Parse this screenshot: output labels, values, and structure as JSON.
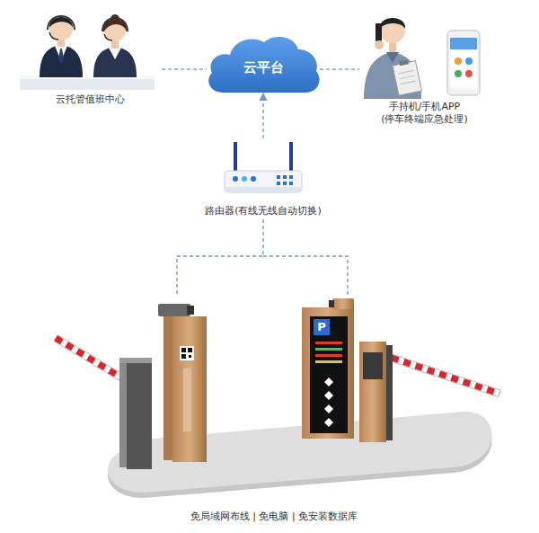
{
  "diagram": {
    "nodes": [
      {
        "text": [
          "云托管值班中心"
        ]
      },
      {
        "text": [
          "云平台"
        ]
      },
      {
        "text": [
          "手持机/手机APP",
          "(停车终端应急处理)"
        ]
      },
      {
        "text": [
          "路由器(有线无线自动切换)"
        ]
      },
      {
        "text": [
          "免局域网布线 | 免电脑 | 免安装数据库"
        ]
      }
    ],
    "edges": [
      {
        "from": 0,
        "to": 1,
        "arrow": "none"
      },
      {
        "from": 1,
        "to": 2,
        "arrow": "none"
      },
      {
        "from": 3,
        "to": 1,
        "arrow": "to"
      },
      {
        "from": 3,
        "to": 4,
        "arrow": "none"
      }
    ],
    "labels": [
      "P"
    ]
  }
}
